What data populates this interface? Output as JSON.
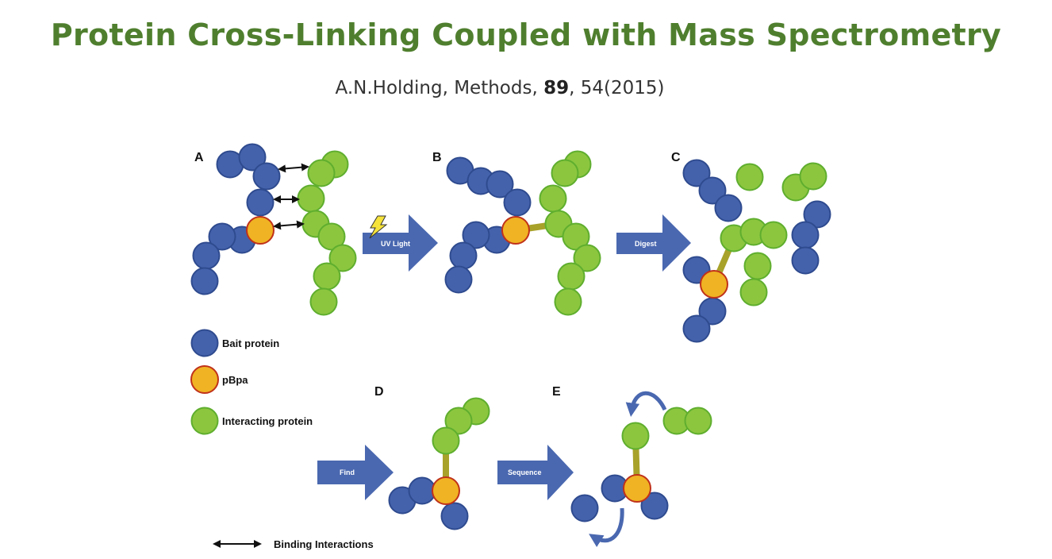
{
  "slide": {
    "title": "Protein Cross-Linking Coupled with Mass Spectrometry",
    "citation": {
      "authors": "A.N.Holding, Methods, ",
      "volume": "89",
      "rest": ", 54(2015)"
    }
  },
  "diagram": {
    "panels": [
      "A",
      "B",
      "C",
      "D",
      "E"
    ],
    "steps": [
      "UV Light",
      "Digest",
      "Find",
      "Sequence"
    ],
    "legend": {
      "bait": "Bait protein",
      "pbpa": "pBpa",
      "interacting": "Interacting protein",
      "binding": "Binding Interactions"
    },
    "colors": {
      "bait": "#4462ac",
      "pbpa": "#f0b323",
      "interacting": "#8cc63f",
      "arrow": "#4a68b0",
      "title": "#4f7f2e"
    }
  }
}
